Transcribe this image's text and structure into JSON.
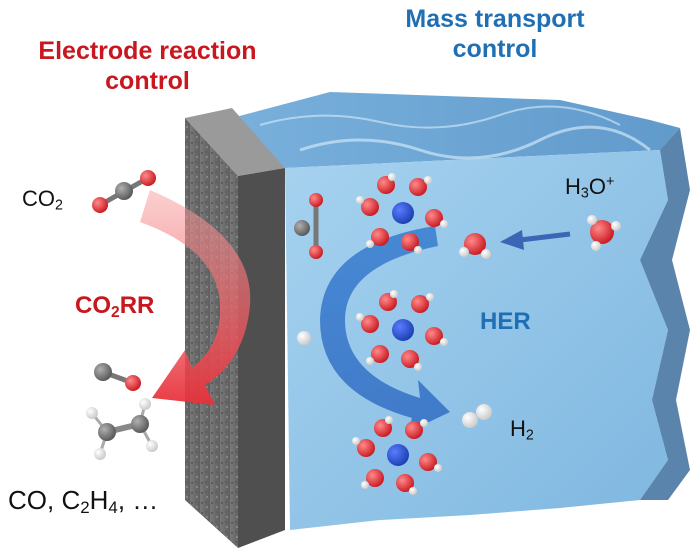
{
  "titles": {
    "electrode_line1": "Electrode reaction",
    "electrode_line2": "control",
    "mass_line1": "Mass transport",
    "mass_line2": "control"
  },
  "labels": {
    "co2_main": "CO",
    "co2_sub": "2",
    "h3o_main": "H",
    "h3o_sub": "3",
    "h3o_tail": "O",
    "h3o_sup": "+",
    "co2rr_a": "CO",
    "co2rr_sub": "2",
    "co2rr_b": "RR",
    "her": "HER",
    "h2_main": "H",
    "h2_sub": "2",
    "products_a": "CO, C",
    "products_sub1": "2",
    "products_b": "H",
    "products_sub2": "4",
    "products_c": ", …"
  },
  "colors": {
    "red_accent": "#c8171e",
    "blue_accent": "#1f6fb5",
    "electrode": "#6d6d6d",
    "water": "#8fc3e6",
    "oxygen": "#d42020",
    "carbon": "#6a6a6a",
    "hydrogen": "#f2f2f2",
    "cation": "#1b3fb0"
  }
}
